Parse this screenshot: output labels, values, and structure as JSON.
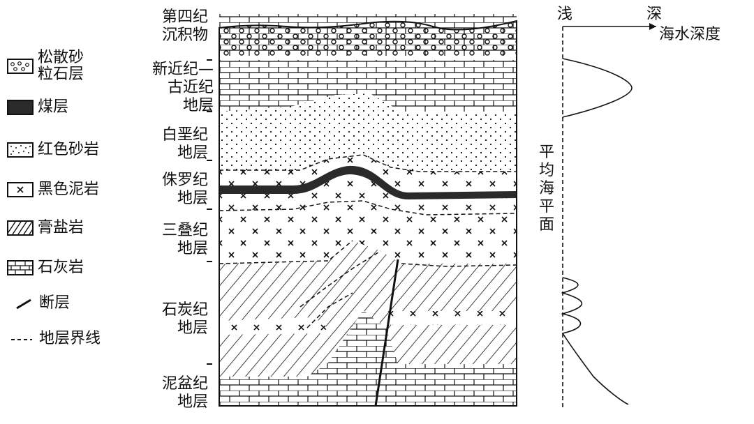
{
  "legend": [
    {
      "label": "松散砂\n粒石层",
      "swatch": "gravel"
    },
    {
      "label": "煤层",
      "swatch": "coal"
    },
    {
      "label": "红色砂岩",
      "swatch": "sand"
    },
    {
      "label": "黑色泥岩",
      "swatch": "mud"
    },
    {
      "label": "膏盐岩",
      "swatch": "gypsum"
    },
    {
      "label": "石灰岩",
      "swatch": "lime"
    },
    {
      "label": "断层",
      "swatch": "fault"
    },
    {
      "label": "地层界线",
      "swatch": "boundary"
    }
  ],
  "eras": [
    {
      "label": "第四纪\n沉积物"
    },
    {
      "label": "新近纪—\n古近纪\n地层"
    },
    {
      "label": "白垩纪\n地层"
    },
    {
      "label": "侏罗纪\n地层"
    },
    {
      "label": "三叠纪\n地层"
    },
    {
      "label": "石炭纪\n地层"
    },
    {
      "label": "泥盆纪\n地层"
    }
  ],
  "depth_chart": {
    "shallow": "浅",
    "deep": "深",
    "axis_label": "海水深度",
    "mean_sea_level": "平\n均\n海\n平\n面"
  },
  "colors": {
    "ink": "#111111",
    "coal": "#2a2a2a",
    "paper": "#ffffff"
  }
}
